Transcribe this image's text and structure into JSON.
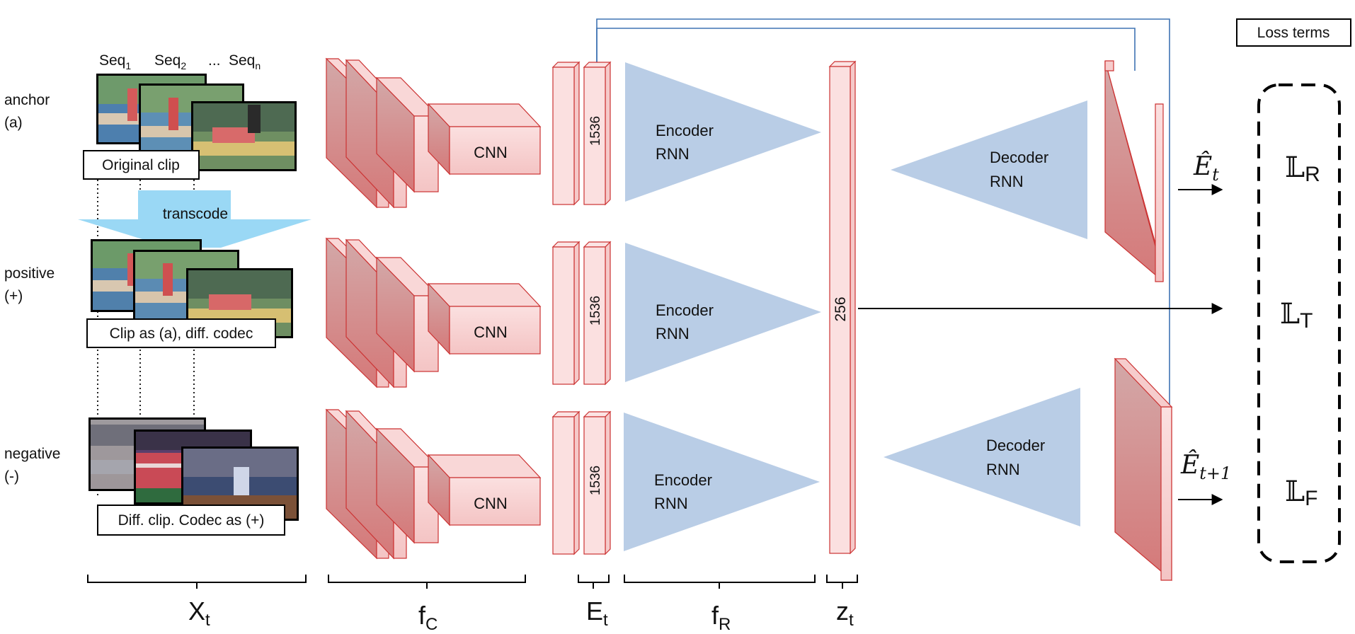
{
  "legend": {
    "loss_terms": "Loss terms"
  },
  "rows": {
    "anchor": {
      "line1": "anchor",
      "line2": "(a)",
      "caption": "Original clip"
    },
    "positive": {
      "line1": "positive",
      "line2": "(+)",
      "caption": "Clip as (a), diff. codec"
    },
    "negative": {
      "line1": "negative",
      "line2": "(-)",
      "caption": "Diff. clip. Codec as (+)"
    }
  },
  "sequence_labels": {
    "seq": "Seq",
    "sub1": "1",
    "sub2": "2",
    "ellipsis": "...",
    "subn": "n"
  },
  "transcode": "transcode",
  "cnn_label": "CNN",
  "feature_dim": "1536",
  "latent_dim": "256",
  "encoder": {
    "line1": "Encoder",
    "line2": "RNN"
  },
  "decoder": {
    "line1": "Decoder",
    "line2": "RNN"
  },
  "outputs": {
    "e_hat_t": {
      "base": "Ê",
      "sub": "t"
    },
    "e_hat_t1": {
      "base": "Ê",
      "sub": "t+1"
    }
  },
  "losses": {
    "L_R": {
      "sym": "𝕃",
      "sub": "R"
    },
    "L_T": {
      "sym": "𝕃",
      "sub": "T"
    },
    "L_F": {
      "sym": "𝕃",
      "sub": "F"
    }
  },
  "bottom_labels": {
    "X_t": {
      "base": "X",
      "sub": "t"
    },
    "f_C": {
      "base": "f",
      "sub": "C"
    },
    "E_t": {
      "base": "E",
      "sub": "t"
    },
    "f_R": {
      "base": "f",
      "sub": "R"
    },
    "z_t": {
      "base": "z",
      "sub": "t"
    }
  },
  "colors": {
    "cnn_fill": "#f2b8b8",
    "cnn_stroke": "#cc3333",
    "rnn_fill": "#b9cde6",
    "transcode_fill": "#9ad8f5",
    "link_blue": "#3f73b3"
  }
}
